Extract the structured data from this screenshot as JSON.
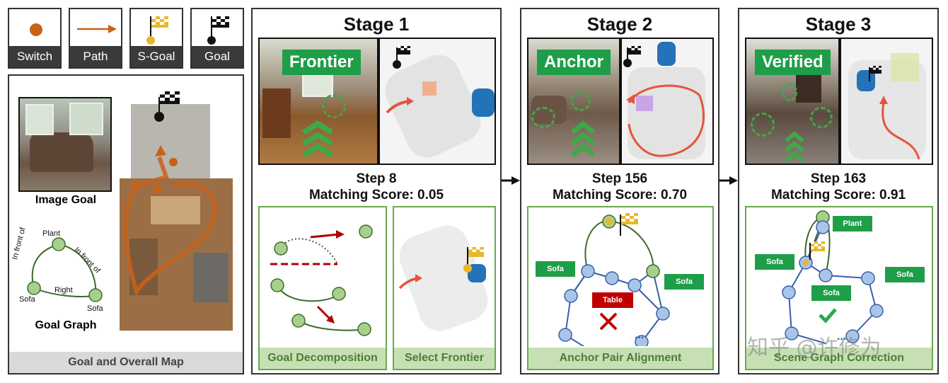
{
  "legend": [
    {
      "label": "Switch",
      "icon": "switch-dot-icon"
    },
    {
      "label": "Path",
      "icon": "path-arrow-icon"
    },
    {
      "label": "S-Goal",
      "icon": "s-goal-flag-icon"
    },
    {
      "label": "Goal",
      "icon": "goal-flag-icon"
    }
  ],
  "goal_panel": {
    "image_goal_label": "Image Goal",
    "goal_graph_label": "Goal Graph",
    "footer": "Goal and Overall Map",
    "graph_nodes": [
      "Plant",
      "Sofa",
      "Sofa"
    ],
    "graph_edges": [
      "In front of",
      "In front of",
      "Right"
    ]
  },
  "stages": [
    {
      "title": "Stage 1",
      "tag": "Frontier",
      "step": "Step 8",
      "score": "Matching Score: 0.05",
      "panels": [
        "Goal Decomposition",
        "Select Frontier"
      ]
    },
    {
      "title": "Stage 2",
      "tag": "Anchor",
      "step": "Step 156",
      "score": "Matching Score: 0.70",
      "panels": [
        "Anchor Pair Alignment"
      ],
      "graph_labels": [
        "Sofa",
        "Sofa",
        "Table"
      ],
      "ellipsis": "..."
    },
    {
      "title": "Stage 3",
      "tag": "Verified",
      "step": "Step 163",
      "score": "Matching Score: 0.91",
      "panels": [
        "Scene Graph Correction"
      ],
      "graph_labels": [
        "Plant",
        "Sofa",
        "Sofa",
        "Sofa"
      ],
      "ellipsis": "..."
    }
  ],
  "watermark": "知乎 @许修为",
  "colors": {
    "accent_green": "#1e9e48",
    "path_orange": "#c8621a",
    "panel_green": "#6aa84f",
    "red": "#c00000"
  }
}
